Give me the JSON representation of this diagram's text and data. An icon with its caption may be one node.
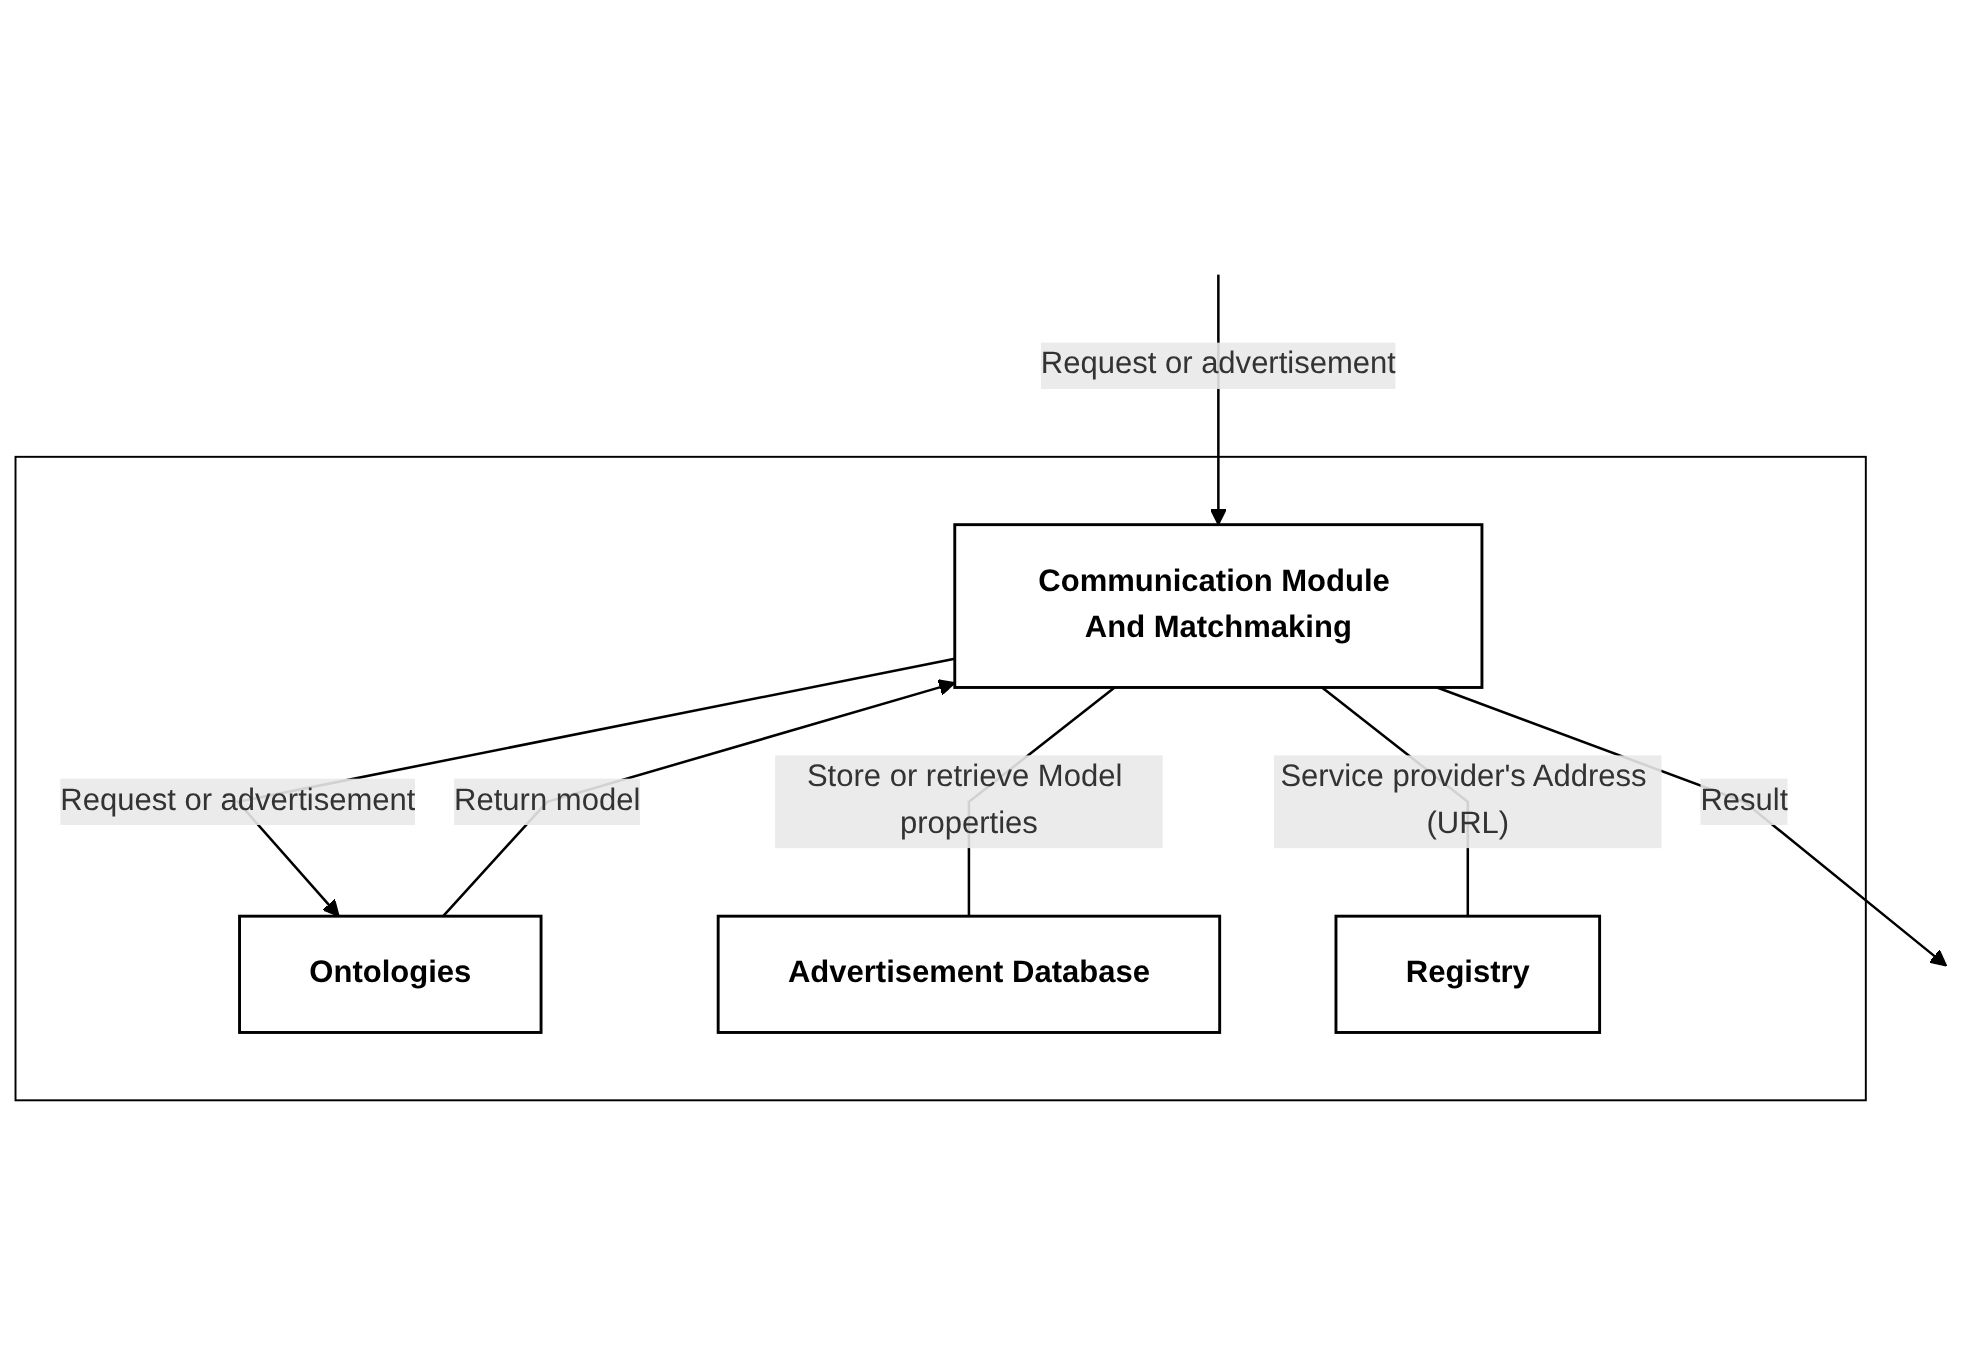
{
  "diagram": {
    "nodes": [
      {
        "text": [],
        "shape": "box"
      },
      {
        "text": [
          "Communication Module And Matchmaking"
        ],
        "in": 0
      },
      {
        "text": [
          "Ontologies"
        ],
        "in": 0
      },
      {
        "text": [
          "Advertisement Database"
        ],
        "in": 0
      },
      {
        "text": [
          "Registry"
        ],
        "in": 0
      }
    ],
    "edges": [
      {
        "from": 1,
        "to": null,
        "arrow": "to",
        "label": "Result"
      },
      {
        "from": null,
        "to": 1,
        "arrow": "to",
        "label": "Request or advertisement"
      },
      {
        "from": 1,
        "to": 2,
        "arrow": "to",
        "label": "Request or advertisement"
      },
      {
        "from": 2,
        "to": 1,
        "arrow": "to",
        "label": "Return model"
      },
      {
        "from": 1,
        "to": 3,
        "arrow": "none",
        "label": "Store or retrieve Model properties"
      },
      {
        "from": 1,
        "to": 4,
        "arrow": "none",
        "label": "Service provider's Address (URL)"
      }
    ]
  }
}
